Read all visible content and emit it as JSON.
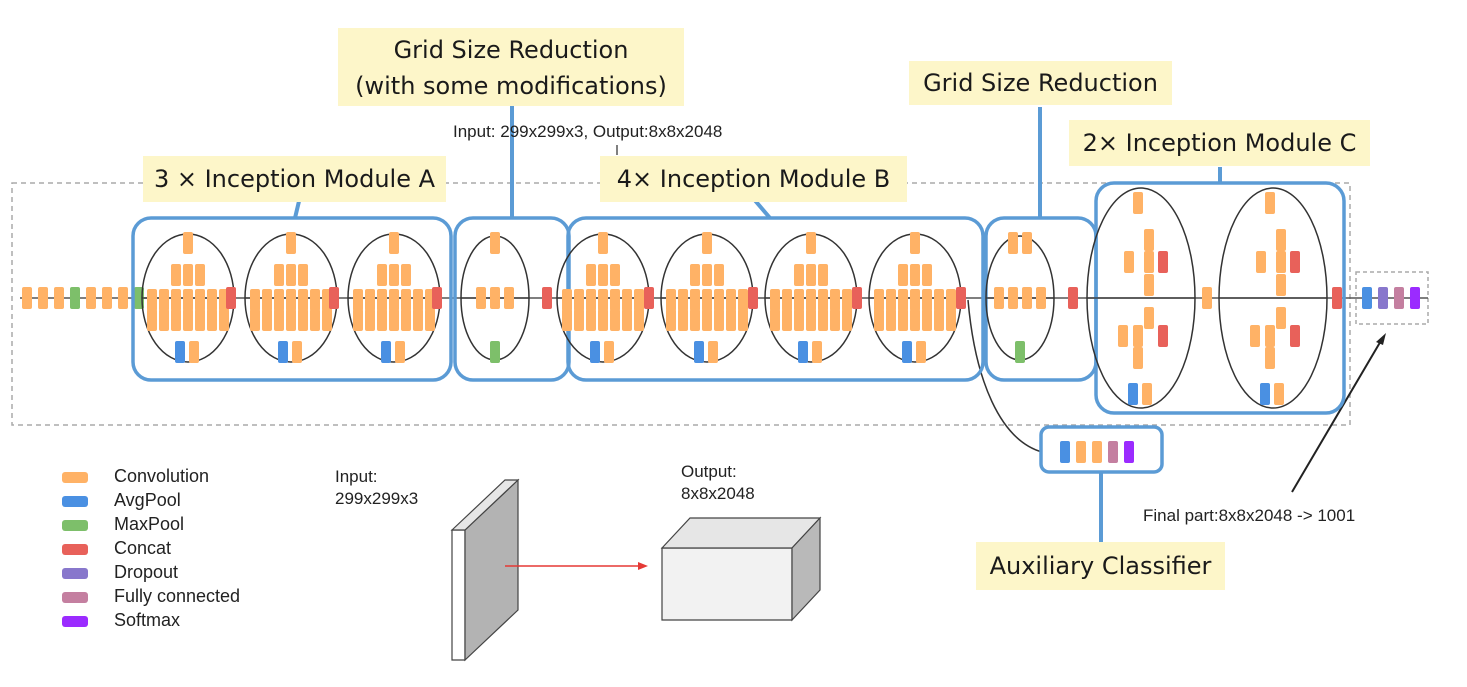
{
  "colors": {
    "convolution": "#ffb266",
    "avgpool": "#4a90e2",
    "maxpool": "#7dbf6a",
    "concat": "#e8615a",
    "dropout": "#8877cc",
    "fully_connected": "#c47fa0",
    "softmax": "#9b2bff",
    "frame": "#5b9bd5"
  },
  "callouts": {
    "grid_reduction_1_line1": "Grid Size Reduction",
    "grid_reduction_1_line2": "(with some modifications)",
    "grid_reduction_2": "Grid Size Reduction",
    "module_a": "3 × Inception Module A",
    "module_b": "4× Inception Module B",
    "module_c": "2× Inception Module C",
    "aux_classifier": "Auxiliary Classifier"
  },
  "notes": {
    "io_summary": "Input: 299x299x3, Output:8x8x2048",
    "final_part": "Final part:8x8x2048 -> 1001",
    "input_label_1": "Input:",
    "input_label_2": "299x299x3",
    "output_label_1": "Output:",
    "output_label_2": "8x8x2048"
  },
  "legend": [
    {
      "label": "Convolution",
      "color_key": "convolution"
    },
    {
      "label": "AvgPool",
      "color_key": "avgpool"
    },
    {
      "label": "MaxPool",
      "color_key": "maxpool"
    },
    {
      "label": "Concat",
      "color_key": "concat"
    },
    {
      "label": "Dropout",
      "color_key": "dropout"
    },
    {
      "label": "Fully connected",
      "color_key": "fully_connected"
    },
    {
      "label": "Softmax",
      "color_key": "softmax"
    }
  ]
}
